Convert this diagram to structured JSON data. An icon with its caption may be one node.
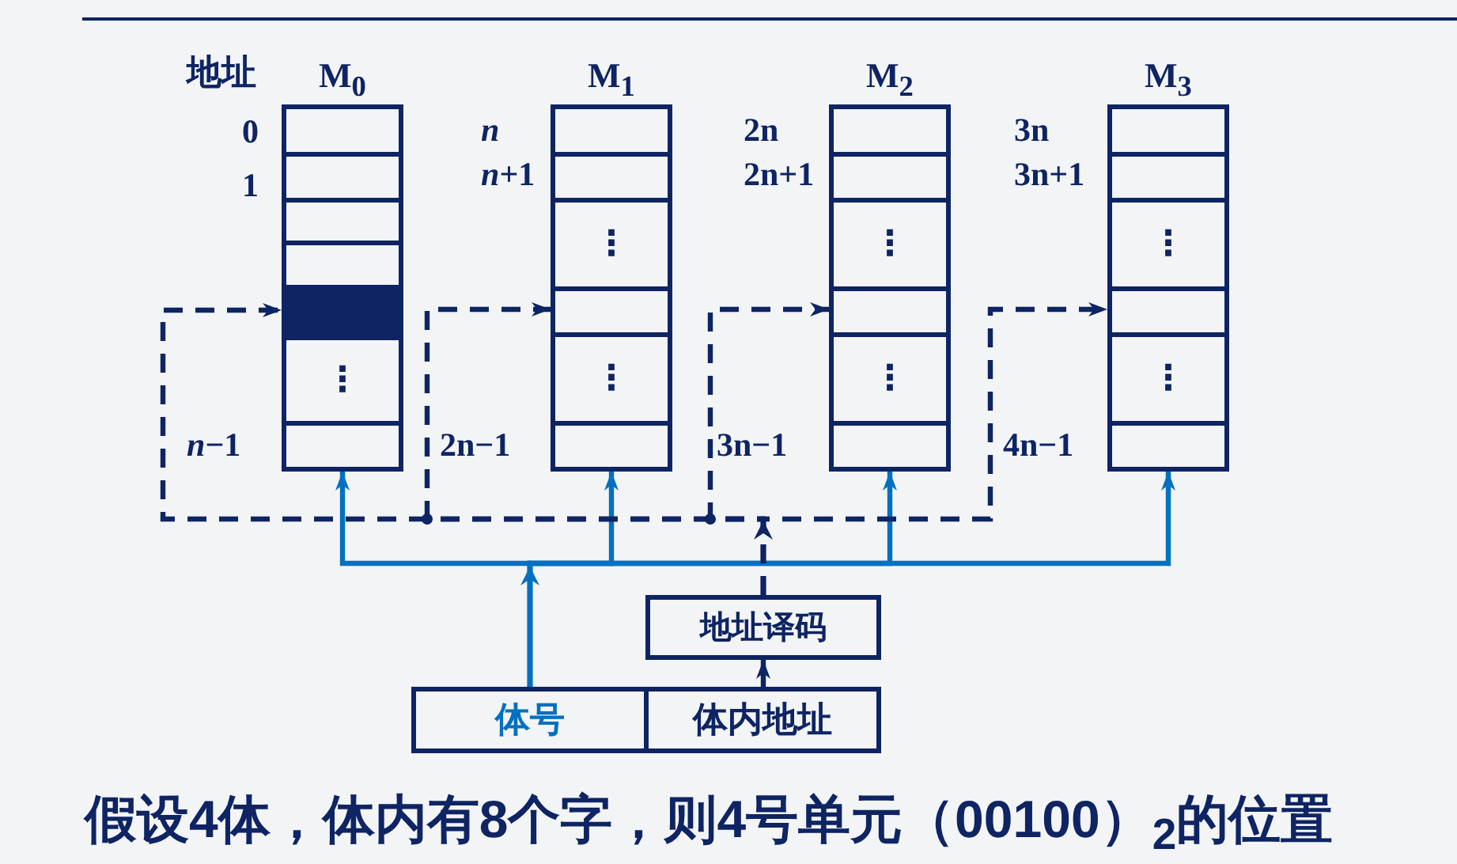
{
  "diagram": {
    "caption": "假设4体，体内有8个字，则4号单元（00100）$_{2}$的位置",
    "nodes": [
      {
        "text": [
          "M$_{0}$"
        ]
      },
      {
        "text": [],
        "shape": "box",
        "in": 0,
        "beside": [
          "0"
        ]
      },
      {
        "text": [],
        "shape": "box",
        "in": 0,
        "beside": [
          "1"
        ]
      },
      {
        "text": [],
        "shape": "box",
        "in": 0
      },
      {
        "text": [],
        "shape": "box",
        "in": 0
      },
      {
        "text": [],
        "shape": "box",
        "in": 0
      },
      {
        "text": [
          "⋮"
        ],
        "in": 0
      },
      {
        "text": [],
        "shape": "box",
        "in": 0,
        "beside": [
          "*n*−1"
        ]
      },
      {
        "text": [
          "M$_{1}$"
        ]
      },
      {
        "text": [],
        "shape": "box",
        "in": 8,
        "beside": [
          "n"
        ]
      },
      {
        "text": [],
        "shape": "box",
        "in": 8,
        "beside": [
          "*n*+1"
        ]
      },
      {
        "text": [
          "⋮"
        ],
        "in": 8
      },
      {
        "text": [],
        "shape": "box",
        "in": 8
      },
      {
        "text": [
          "⋮"
        ],
        "in": 8
      },
      {
        "text": [],
        "shape": "box",
        "in": 8,
        "beside": [
          "2n−1"
        ]
      },
      {
        "text": [
          "M$_{2}$"
        ]
      },
      {
        "text": [],
        "shape": "box",
        "in": 15,
        "beside": [
          "2n"
        ]
      },
      {
        "text": [],
        "shape": "box",
        "in": 15,
        "beside": [
          "2n+1"
        ]
      },
      {
        "text": [
          "⋮"
        ],
        "in": 15
      },
      {
        "text": [],
        "shape": "box",
        "in": 15
      },
      {
        "text": [
          "⋮"
        ],
        "in": 15
      },
      {
        "text": [],
        "shape": "box",
        "in": 15,
        "beside": [
          "3n−1"
        ]
      },
      {
        "text": [
          "M$_{3}$"
        ]
      },
      {
        "text": [],
        "shape": "box",
        "in": 22,
        "beside": [
          "3n"
        ]
      },
      {
        "text": [],
        "shape": "box",
        "in": 22,
        "beside": [
          "3n+1"
        ]
      },
      {
        "text": [
          "⋮"
        ],
        "in": 22
      },
      {
        "text": [],
        "shape": "box",
        "in": 22
      },
      {
        "text": [
          "⋮"
        ],
        "in": 22
      },
      {
        "text": [],
        "shape": "box",
        "in": 22,
        "beside": [
          "4n−1"
        ]
      },
      {
        "text": [
          "地址译码"
        ]
      },
      {
        "text": [
          "体号"
        ]
      },
      {
        "text": [
          "体内地址"
        ]
      }
    ],
    "edges": [
      {
        "from": 30,
        "to": 0,
        "arrow": "to",
        "color": "#0070c0"
      },
      {
        "from": 30,
        "to": 8,
        "arrow": "to",
        "color": "#0070c0"
      },
      {
        "from": 30,
        "to": 15,
        "arrow": "to",
        "color": "#0070c0"
      },
      {
        "from": 30,
        "to": 22,
        "arrow": "to",
        "color": "#0070c0"
      },
      {
        "from": 31,
        "to": 29,
        "arrow": "to"
      },
      {
        "from": 29,
        "to": 5,
        "arrow": "to",
        "style": "dashed"
      },
      {
        "from": 29,
        "to": 12,
        "arrow": "to",
        "style": "dashed"
      },
      {
        "from": 29,
        "to": 19,
        "arrow": "to",
        "style": "dashed"
      },
      {
        "from": 29,
        "to": 26,
        "arrow": "to",
        "style": "dashed"
      }
    ],
    "labels": [
      "地址"
    ]
  }
}
